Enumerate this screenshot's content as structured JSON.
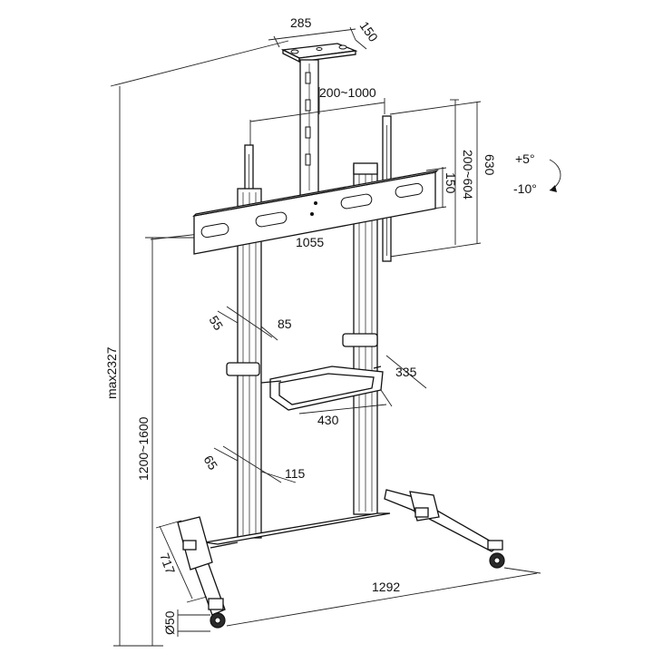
{
  "dimensions": {
    "top_plate_width": "285",
    "top_plate_depth": "150",
    "bracket_vertical_span": "200~1000",
    "bracket_height": "630",
    "vesa_vertical": "200~604",
    "bracket_inner": "150",
    "bracket_width": "1055",
    "max_height": "max2327",
    "mount_height": "1200~1600",
    "column_upper_a": "55",
    "column_upper_b": "85",
    "shelf_depth": "335",
    "shelf_width": "430",
    "column_lower_a": "65",
    "column_lower_b": "115",
    "base_depth": "717",
    "base_length": "1292",
    "wheel_diameter": "Ø50"
  },
  "tilt": {
    "up": "+5°",
    "down": "-10°"
  },
  "colors": {
    "line": "#111111",
    "background": "#ffffff"
  }
}
